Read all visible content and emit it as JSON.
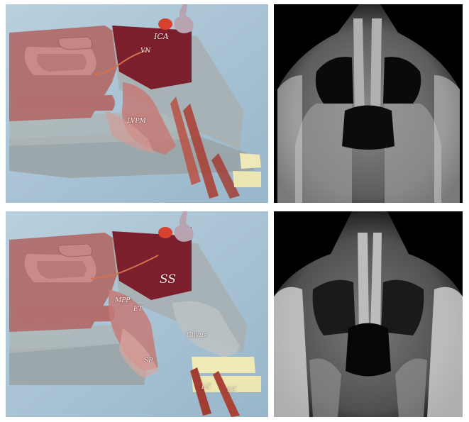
{
  "figure": {
    "panels": [
      {
        "id": "top-left",
        "kind": "anatomical-illustration",
        "labels": {
          "ica": "ICA",
          "vn": "VN",
          "lvpm": "LVPM"
        }
      },
      {
        "id": "top-right",
        "kind": "axial-mri"
      },
      {
        "id": "bottom-left",
        "kind": "anatomical-illustration",
        "labels": {
          "ss": "SS",
          "mpp": "MPP",
          "et": "ET",
          "clivus": "Clivus",
          "sp": "SP",
          "lc1": "LC",
          "lc2": "LC"
        }
      },
      {
        "id": "bottom-right",
        "kind": "axial-mri"
      }
    ],
    "colors": {
      "background_blue": "#a9c4d6",
      "tissue_red": "#7c1f2c",
      "muscle_pink": "#c97f7a",
      "bone_grey": "#9ba5a6",
      "cartilage_cream": "#efe9b8"
    }
  }
}
